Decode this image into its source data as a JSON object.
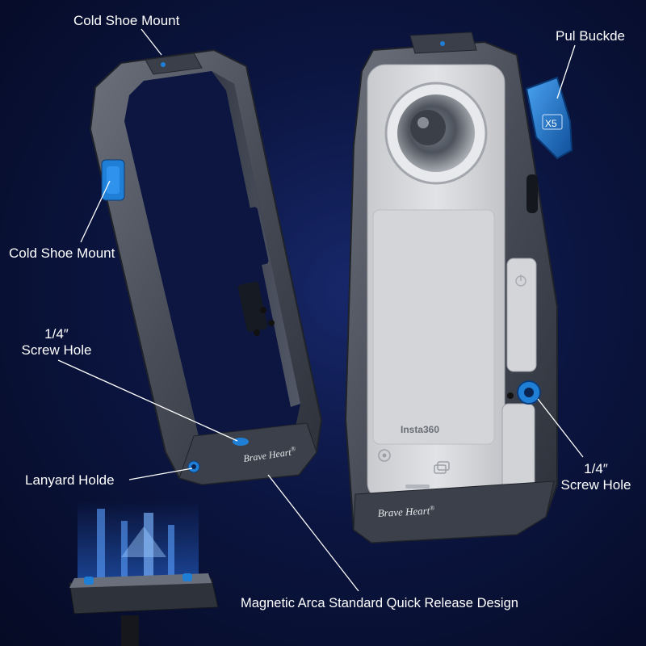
{
  "callouts": {
    "cold_shoe_top": "Cold Shoe Mount",
    "cold_shoe_side": "Cold Shoe Mount",
    "screw_hole_left_line1": "1/4″",
    "screw_hole_left_line2": "Screw Hole",
    "lanyard": "Lanyard Holde",
    "pull_buckle": "Pul Buckde",
    "screw_hole_right_line1": "1/4″",
    "screw_hole_right_line2": "Screw Hole",
    "quick_release": "Magnetic Arca Standard Quick Release Design"
  },
  "branding": {
    "cage_brand_left": "Brave Heart",
    "cage_brand_right": "Brave Heart",
    "camera_brand": "Insta360",
    "buckle_text": "X5"
  },
  "colors": {
    "background": "#0b1540",
    "cage_metal": "#4a4f5a",
    "accent_blue": "#1f7fd6",
    "camera_body": "#d9dade",
    "label_text": "#ffffff"
  },
  "icons": {
    "power": "power-icon",
    "record": "record-icon",
    "switch": "switch-camera-icon"
  }
}
